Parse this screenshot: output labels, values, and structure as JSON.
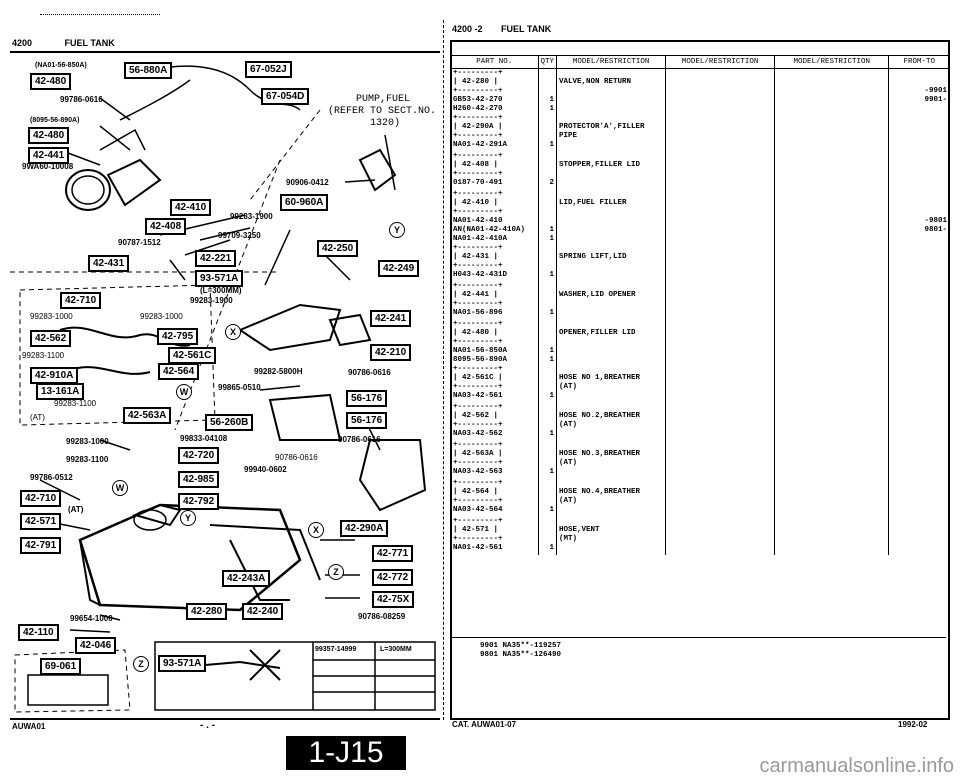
{
  "left_header": {
    "code": "4200",
    "title": "FUEL TANK"
  },
  "right_header": {
    "code": "4200 -2",
    "title": "FUEL TANK"
  },
  "diagram": {
    "boxes": [
      "56-880A",
      "67-052J",
      "42-480",
      "67-054D",
      "42-480",
      "42-441",
      "42-410",
      "60-960A",
      "42-408",
      "42-250",
      "42-431",
      "42-221",
      "42-249",
      "93-571A",
      "42-710",
      "42-795",
      "42-241",
      "42-562",
      "42-561C",
      "42-210",
      "42-910A",
      "42-564",
      "13-161A",
      "42-563A",
      "56-260B",
      "56-176",
      "56-176",
      "42-720",
      "42-985",
      "42-792",
      "42-710",
      "42-571",
      "42-791",
      "42-290A",
      "42-771",
      "42-243A",
      "42-772",
      "42-280",
      "42-240",
      "42-75X",
      "42-110",
      "42-046",
      "69-061",
      "93-571A"
    ],
    "labels": [
      "(NA01-56-850A)",
      "99786-0616",
      "(8095-56-890A)",
      "9WA60-10008",
      "90787-1512",
      "99283-1900",
      "99709-3250",
      "90906-0412",
      "PUMP,FUEL",
      "(REFER TO SECT.NO.",
      "1320)",
      "(L=300MM)",
      "99283-1900",
      "99283-1000",
      "99283-1000",
      "99283-1100",
      "99282-5800H",
      "90786-0616",
      "99865-0510",
      "99283-1100",
      "(AT)",
      "99283-1000",
      "99833-04108",
      "90786-0616",
      "99283-1100",
      "99940-0602",
      "90786-0616",
      "99786-0512",
      "(AT)",
      "99654-1000",
      "90786-08259",
      "99357-14999",
      "L=300MM"
    ],
    "circles": [
      "X",
      "W",
      "Y",
      "X",
      "W",
      "Y",
      "Z",
      "Z"
    ],
    "footer_left": "AUWA01",
    "footer_mid": "- . -"
  },
  "table": {
    "headers": [
      "PART NO.",
      "QTY",
      "MODEL/RESTRICTION",
      "MODEL/RESTRICTION",
      "MODEL/RESTRICTION",
      "FROM-TO"
    ],
    "rows": [
      {
        "ref": "42-280",
        "parts": [
          {
            "no": "GB53-42-270",
            "qty": "1",
            "from": "-9901"
          },
          {
            "no": "H260-42-270",
            "qty": "1",
            "from": "9901-"
          }
        ],
        "desc": "VALVE,NON RETURN"
      },
      {
        "ref": "42-290A",
        "parts": [
          {
            "no": "NA01-42-291A",
            "qty": "1",
            "from": ""
          }
        ],
        "desc": "PROTECTOR'A',FILLER PIPE"
      },
      {
        "ref": "42-408",
        "parts": [
          {
            "no": "0187-70-491",
            "qty": "2",
            "from": ""
          }
        ],
        "desc": "STOPPER,FILLER LID"
      },
      {
        "ref": "42-410",
        "parts": [
          {
            "no": "NA01-42-410\nAN(NA01-42-410A)",
            "qty": "1",
            "from": "-9801"
          },
          {
            "no": "NA01-42-410A",
            "qty": "1",
            "from": "9801-"
          }
        ],
        "desc": "LID,FUEL FILLER"
      },
      {
        "ref": "42-431",
        "parts": [
          {
            "no": "H043-42-431D",
            "qty": "1",
            "from": ""
          }
        ],
        "desc": "SPRING LIFT,LID"
      },
      {
        "ref": "42-441",
        "parts": [
          {
            "no": "NA01-56-896",
            "qty": "1",
            "from": ""
          }
        ],
        "desc": "WASHER,LID OPENER"
      },
      {
        "ref": "42-480",
        "parts": [
          {
            "no": "NA01-56-850A",
            "qty": "1",
            "from": ""
          },
          {
            "no": "8095-56-890A",
            "qty": "1",
            "from": ""
          }
        ],
        "desc": "OPENER,FILLER LID"
      },
      {
        "ref": "42-561C",
        "parts": [
          {
            "no": "NA03-42-561",
            "qty": "1",
            "from": ""
          }
        ],
        "desc": "HOSE NO 1,BREATHER\n(AT)"
      },
      {
        "ref": "42-562",
        "parts": [
          {
            "no": "NA03-42-562",
            "qty": "1",
            "from": ""
          }
        ],
        "desc": "HOSE NO.2,BREATHER\n(AT)"
      },
      {
        "ref": "42-563A",
        "parts": [
          {
            "no": "NA03-42-563",
            "qty": "1",
            "from": ""
          }
        ],
        "desc": "HOSE NO.3,BREATHER\n(AT)"
      },
      {
        "ref": "42-564",
        "parts": [
          {
            "no": "NA03-42-564",
            "qty": "1",
            "from": ""
          }
        ],
        "desc": "HOSE NO.4,BREATHER\n(AT)"
      },
      {
        "ref": "42-571",
        "parts": [
          {
            "no": "NA01-42-561",
            "qty": "1",
            "from": ""
          }
        ],
        "desc": "HOSE,VENT\n(MT)"
      }
    ],
    "footnote_1": "9901 NA35**-119257",
    "footnote_2": "9801 NA35**-126490"
  },
  "footer": {
    "catalog": "CAT. AUWA01-07",
    "date": "1992-02",
    "page": "1-J15",
    "watermark": "carmanualsonline.info"
  }
}
